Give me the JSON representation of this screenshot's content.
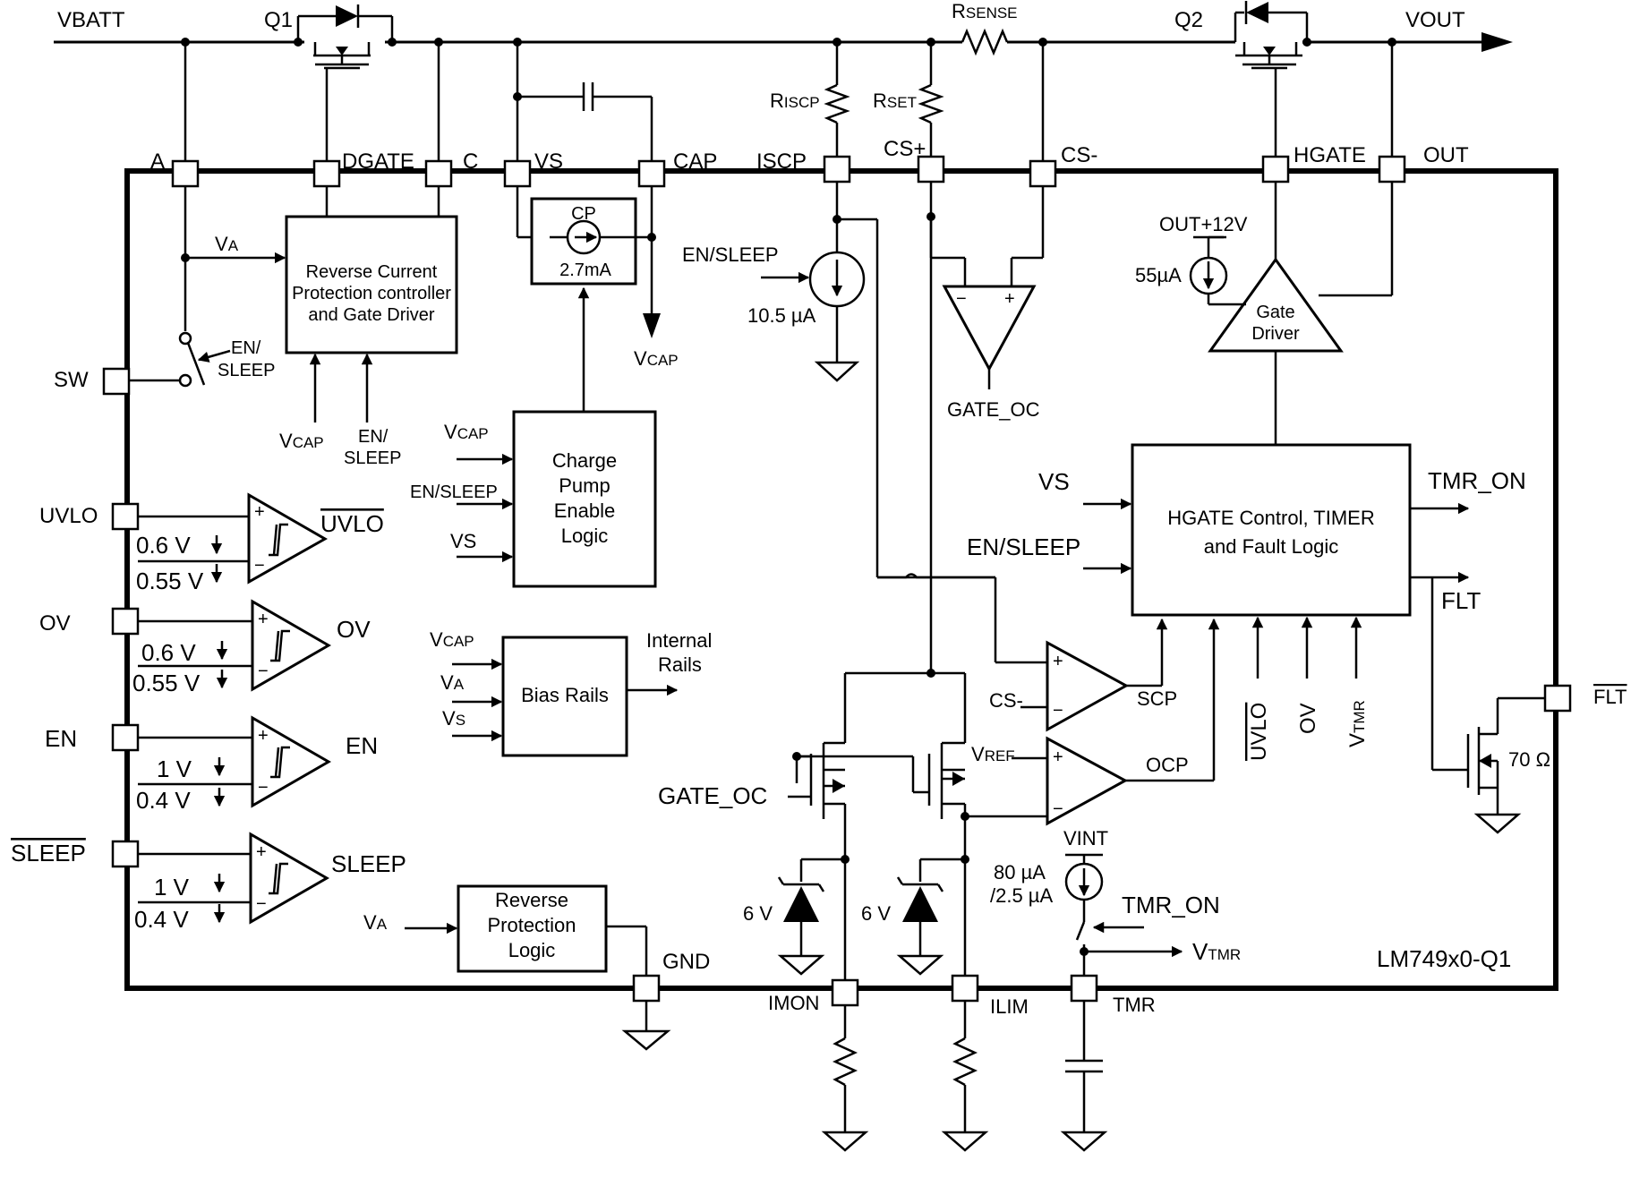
{
  "labels": {
    "vbatt": "VBATT",
    "q1": "Q1",
    "q2": "Q2",
    "vout": "VOUT",
    "rsense_main": "R",
    "rsense_sub": "SENSE",
    "riscp_main": "R",
    "riscp_sub": "ISCP",
    "rset_main": "R",
    "rset_sub": "SET",
    "pin_a": "A",
    "pin_dgate": "DGATE",
    "pin_c": "C",
    "pin_vs": "VS",
    "pin_cap": "CAP",
    "pin_iscp": "ISCP",
    "pin_csplus": "CS+",
    "pin_csminus": "CS-",
    "pin_hgate": "HGATE",
    "pin_out": "OUT",
    "pin_sw": "SW",
    "pin_uvlo": "UVLO",
    "pin_ov": "OV",
    "pin_en": "EN",
    "pin_sleep": "SLEEP",
    "pin_gnd": "GND",
    "pin_imon": "IMON",
    "pin_ilim": "ILIM",
    "pin_tmr": "TMR",
    "pin_flt": "FLT",
    "va_main": "V",
    "va_sub": "A",
    "vcap_main": "V",
    "vcap_sub": "CAP",
    "vs_main": "V",
    "vs_sub": "S",
    "vref_main": "V",
    "vref_sub": "REF",
    "vtmr_main": "V",
    "vtmr_sub": "TMR",
    "rcp_line1": "Reverse Current",
    "rcp_line2": "Protection controller",
    "rcp_line3": "and Gate Driver",
    "en_slash": "EN/",
    "sleep_word": "SLEEP",
    "en_sleep": "EN/SLEEP",
    "cp": "CP",
    "cp_current": "2.7mA",
    "iscp_current": "10.5 µA",
    "cpel_line1": "Charge",
    "cpel_line2": "Pump",
    "cpel_line3": "Enable",
    "cpel_line4": "Logic",
    "vs": "VS",
    "bias_rails": "Bias Rails",
    "internal": "Internal",
    "rails": "Rails",
    "rpl_line1": "Reverse",
    "rpl_line2": "Protection",
    "rpl_line3": "Logic",
    "gate_oc": "GATE_OC",
    "out_12v": "OUT+12V",
    "gd_current": "55µA",
    "gate": "Gate",
    "driver": "Driver",
    "hgate_line1": "HGATE Control, TIMER",
    "hgate_line2": "and Fault Logic",
    "tmr_on": "TMR_ON",
    "flt": "FLT",
    "scp": "SCP",
    "ocp": "OCP",
    "cs_minus": "CS-",
    "uvlo": "UVLO",
    "ov": "OV",
    "en": "EN",
    "sleep": "SLEEP",
    "v06": "0.6 V",
    "v055": "0.55 V",
    "v1": "1 V",
    "v04": "0.4 V",
    "zener": "6 V",
    "vint": "VINT",
    "tmr_current1": "80 µA",
    "tmr_current2": "/2.5 µA",
    "r70": "70 Ω",
    "device": "LM749x0-Q1",
    "plus": "+",
    "minus": "−"
  }
}
